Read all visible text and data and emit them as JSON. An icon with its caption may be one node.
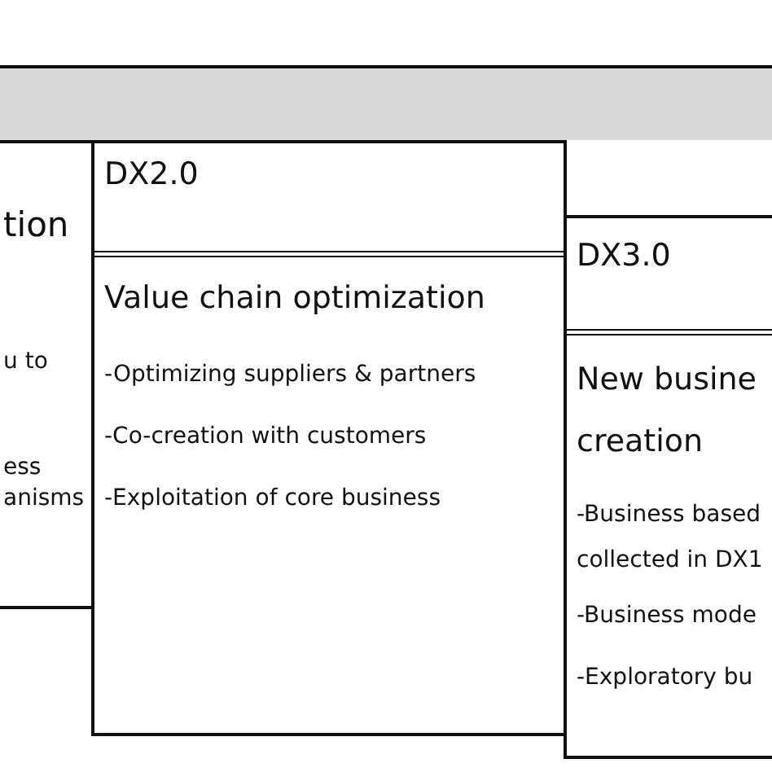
{
  "diagram": {
    "nodes": [
      {
        "text": [],
        "shape": "box"
      },
      {
        "text": [
          "tion",
          "u to",
          "ess anisms"
        ]
      },
      {
        "text": [
          "DX2.0",
          "Value chain optimization",
          "-Optimizing suppliers & partners",
          "-Co-creation with customers",
          "-Exploitation of core business"
        ]
      },
      {
        "text": [
          "DX3.0",
          "New busine creation",
          "-Business based collected in DX1",
          "-Business mode",
          "-Exploratory bu"
        ]
      }
    ]
  }
}
